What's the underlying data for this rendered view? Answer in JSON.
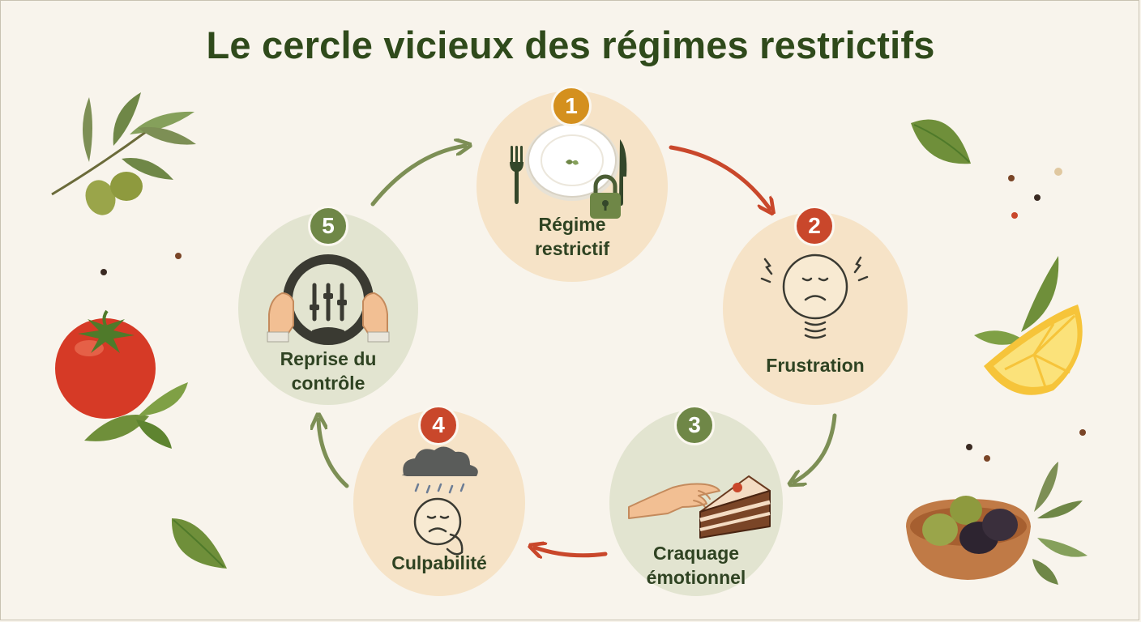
{
  "title": "Le cercle vicieux des régimes restrictifs",
  "colors": {
    "title": "#2f4a1b",
    "badge_orange": "#d4901e",
    "badge_red": "#c9472b",
    "badge_green": "#6f8747",
    "arrow_red": "#c9472b",
    "arrow_green": "#7d8f55",
    "node_peach": "#f6e3c7",
    "node_sage": "#e2e4d0"
  },
  "steps": [
    {
      "number": "1",
      "label_lines": [
        "Régime",
        "restrictif"
      ],
      "icon": "locked-plate-icon"
    },
    {
      "number": "2",
      "label_lines": [
        "Frustration"
      ],
      "icon": "frustrated-face-icon"
    },
    {
      "number": "3",
      "label_lines": [
        "Craquage",
        "émotionnel"
      ],
      "icon": "hand-cake-icon"
    },
    {
      "number": "4",
      "label_lines": [
        "Culpabilité"
      ],
      "icon": "sad-cloud-face-icon"
    },
    {
      "number": "5",
      "label_lines": [
        "Reprise du",
        "contrôle"
      ],
      "icon": "steering-wheel-icon"
    }
  ]
}
